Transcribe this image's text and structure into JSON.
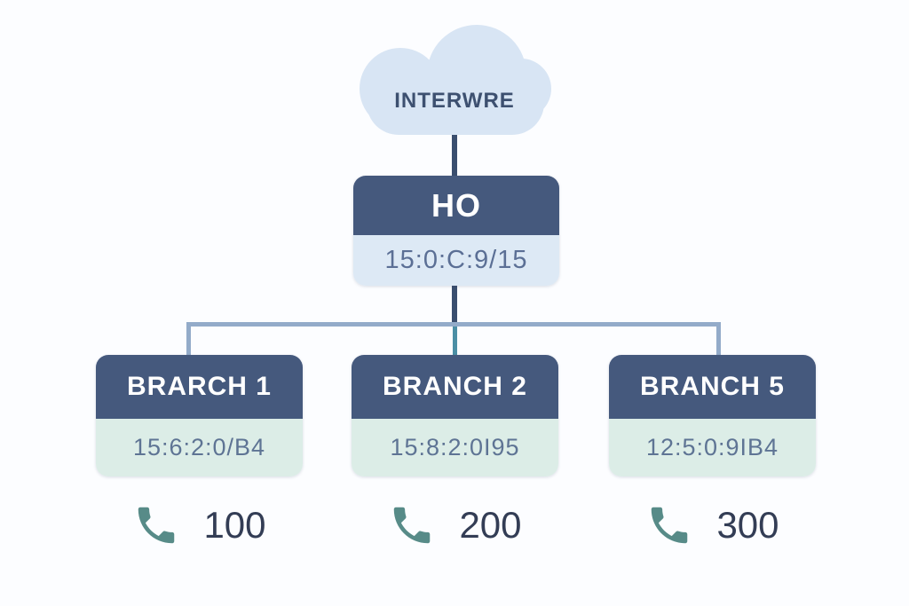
{
  "cloud": {
    "label": "INTERWRE"
  },
  "ho": {
    "title": "HO",
    "subnet": "15:0:C:9/15"
  },
  "branches": [
    {
      "title": "BRARCH 1",
      "subnet": "15:6:2:0/B4",
      "extension": "100"
    },
    {
      "title": "BRANCH 2",
      "subnet": "15:8:2:0I95",
      "extension": "200"
    },
    {
      "title": "BRANCH 5",
      "subnet": "12:5:0:9IB4",
      "extension": "300"
    }
  ],
  "colors": {
    "node_header": "#45597d",
    "ho_body": "#dde9f5",
    "branch_body": "#dcede7",
    "cloud": "#d8e5f4",
    "stem_line": "#3a4e6e",
    "bus_line": "#93abc9",
    "teal_drop": "#4b8fa5",
    "phone_icon": "#578b88",
    "extension_text": "#333d55"
  }
}
